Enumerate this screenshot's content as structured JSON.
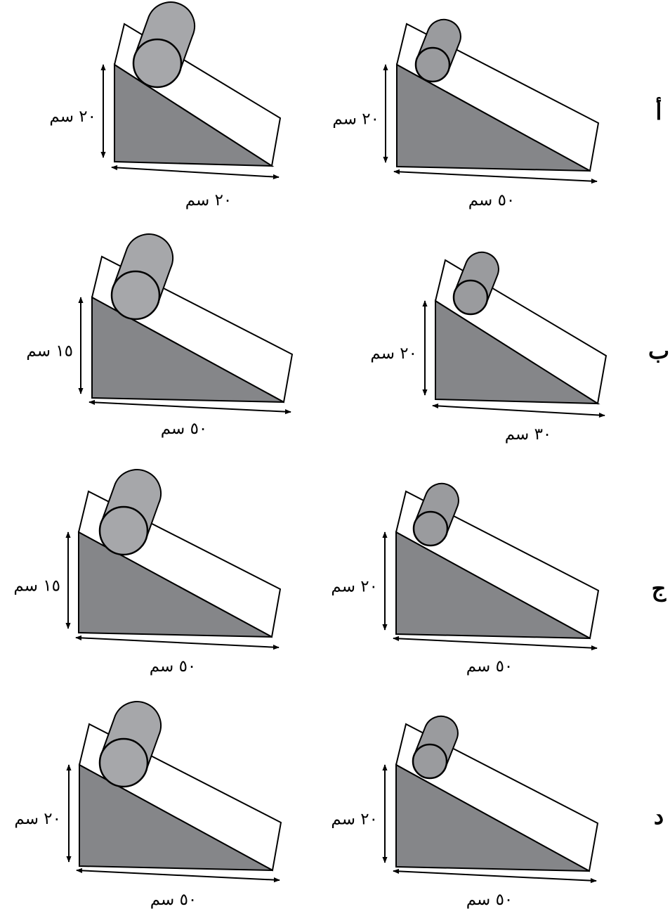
{
  "rows": [
    {
      "label": "أ",
      "ramps": [
        {
          "position": "right",
          "height_text": "٢٠ سم",
          "base_text": "٥٠ سم",
          "cylinder": "small"
        },
        {
          "position": "left",
          "height_text": "٢٠ سم",
          "base_text": "٢٠ سم",
          "cylinder": "large"
        }
      ]
    },
    {
      "label": "ب",
      "ramps": [
        {
          "position": "right",
          "height_text": "٢٠ سم",
          "base_text": "٣٠ سم",
          "cylinder": "small"
        },
        {
          "position": "left",
          "height_text": "١٥ سم",
          "base_text": "٥٠ سم",
          "cylinder": "large"
        }
      ]
    },
    {
      "label": "ج",
      "ramps": [
        {
          "position": "right",
          "height_text": "٢٠ سم",
          "base_text": "٥٠ سم",
          "cylinder": "small"
        },
        {
          "position": "left",
          "height_text": "١٥ سم",
          "base_text": "٥٠ سم",
          "cylinder": "large"
        }
      ]
    },
    {
      "label": "د",
      "ramps": [
        {
          "position": "right",
          "height_text": "٢٠ سم",
          "base_text": "٥٠ سم",
          "cylinder": "small"
        },
        {
          "position": "left",
          "height_text": "٢٠ سم",
          "base_text": "٥٠ سم",
          "cylinder": "large"
        }
      ]
    }
  ],
  "colors": {
    "ramp_side": "#858689",
    "ramp_top": "#ffffff",
    "cylinder_small": "#9a9b9e",
    "cylinder_large": "#a6a7aa",
    "stroke": "#000000"
  }
}
